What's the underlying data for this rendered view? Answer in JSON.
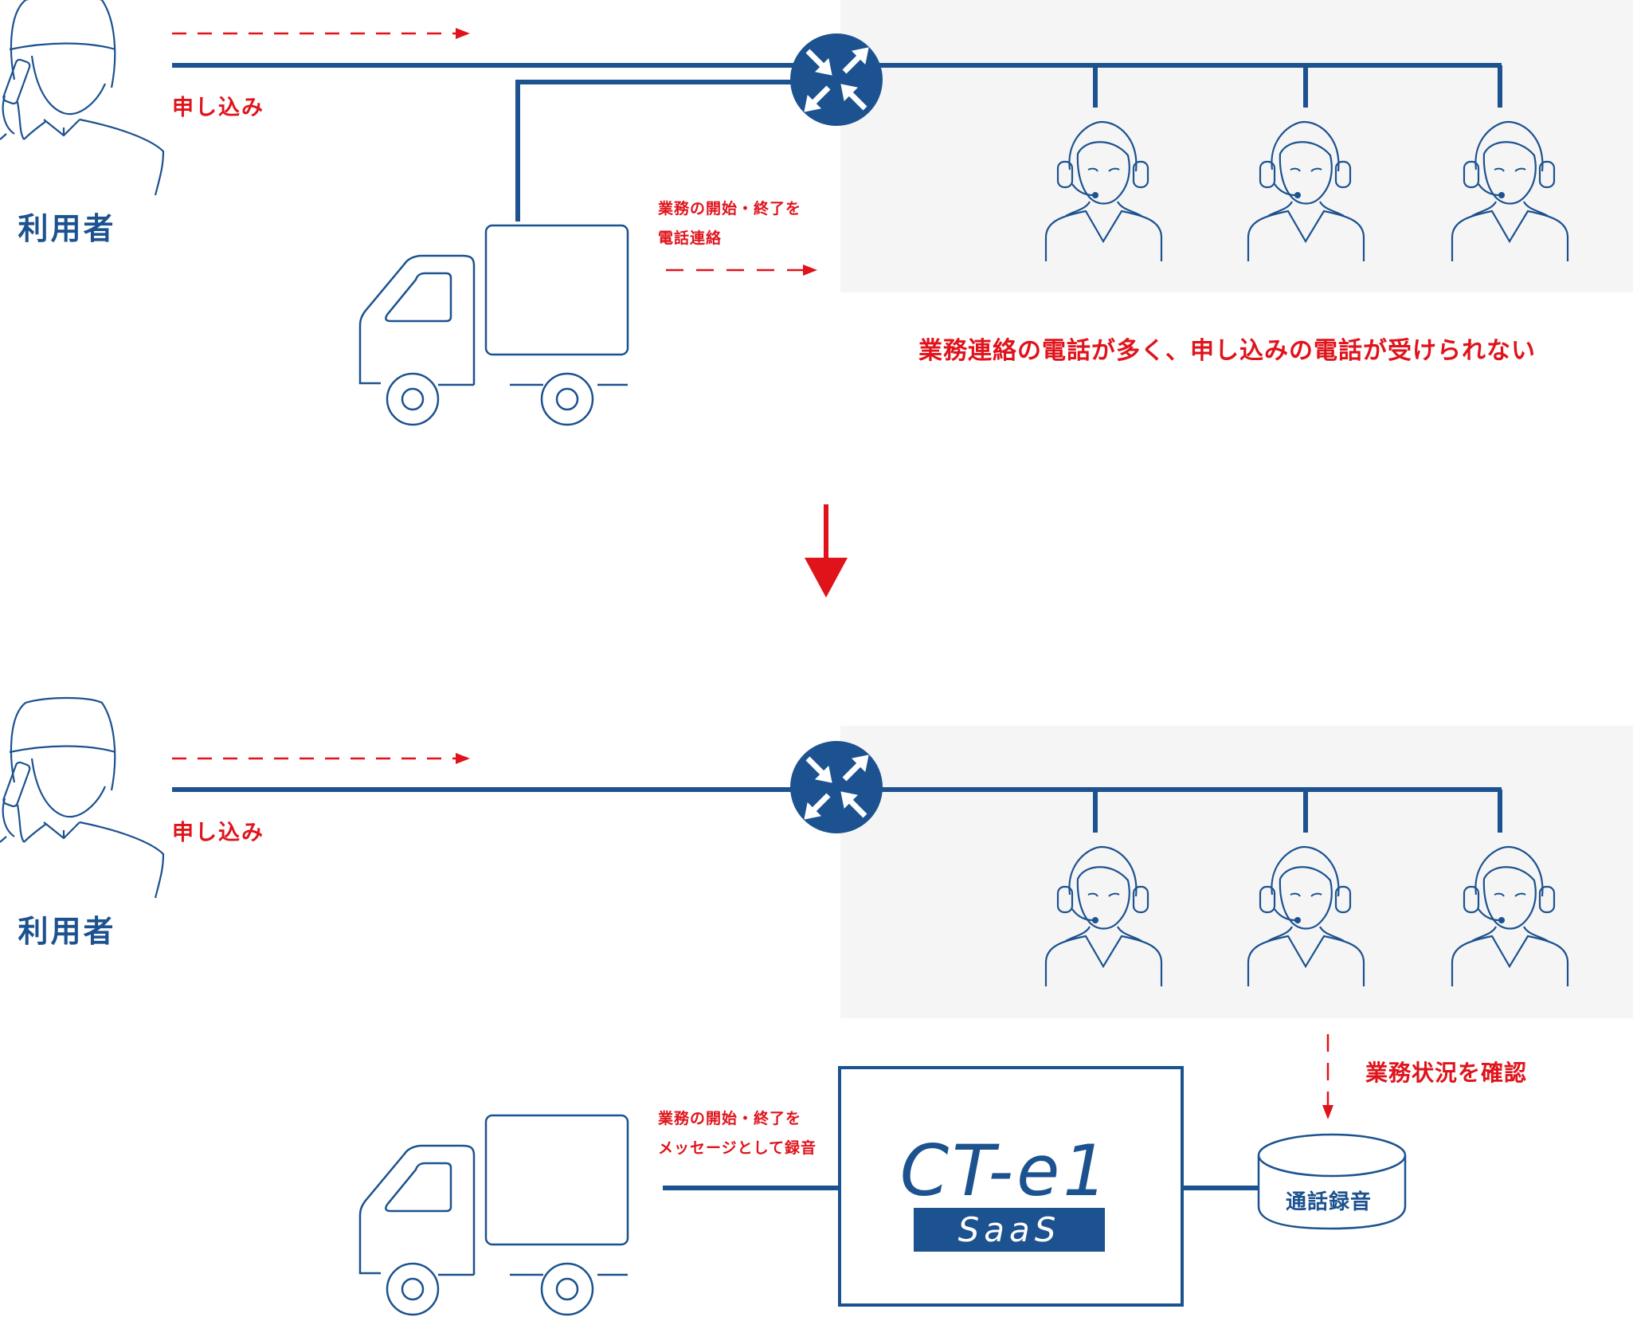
{
  "colors": {
    "blue": "#1c528f",
    "red": "#e0131b",
    "panel": "#f5f5f5",
    "white": "#ffffff"
  },
  "before": {
    "user_label": "利用者",
    "apply_label": "申し込み",
    "driver_note_line1": "業務の開始・終了を",
    "driver_note_line2": "電話連絡",
    "problem_text": "業務連絡の電話が多く、申し込みの電話が受けられない"
  },
  "after": {
    "user_label": "利用者",
    "apply_label": "申し込み",
    "driver_note_line1": "業務の開始・終了を",
    "driver_note_line2": "メッセージとして録音",
    "check_label": "業務状況を確認",
    "storage_label": "通話録音",
    "product_logo": "CT-e1",
    "product_badge": "SaaS"
  },
  "icons": [
    "person-phone-icon",
    "router-icon",
    "operator-headset-icon",
    "truck-icon",
    "database-icon",
    "down-arrow-icon"
  ]
}
